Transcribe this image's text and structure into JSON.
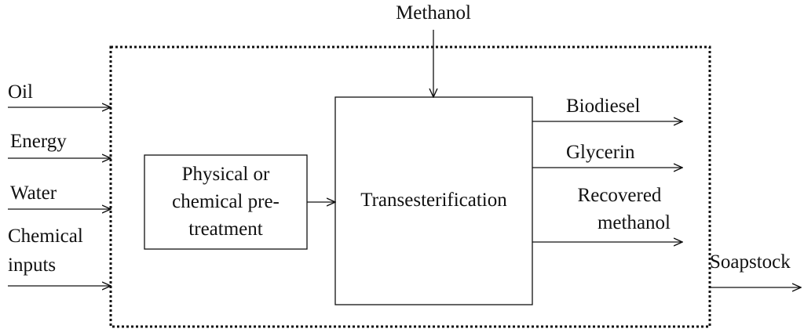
{
  "inputs": {
    "methanol": "Methanol",
    "oil": "Oil",
    "energy": "Energy",
    "water": "Water",
    "chemical_line1": "Chemical",
    "chemical_line2": "inputs"
  },
  "process": {
    "pretreatment_line1": "Physical or",
    "pretreatment_line2": "chemical pre-",
    "pretreatment_line3": "treatment",
    "transesterification": "Transesterification"
  },
  "outputs": {
    "biodiesel": "Biodiesel",
    "glycerin": "Glycerin",
    "recovered_line1": "Recovered",
    "recovered_line2": "methanol",
    "soapstock": "Soapstock"
  }
}
